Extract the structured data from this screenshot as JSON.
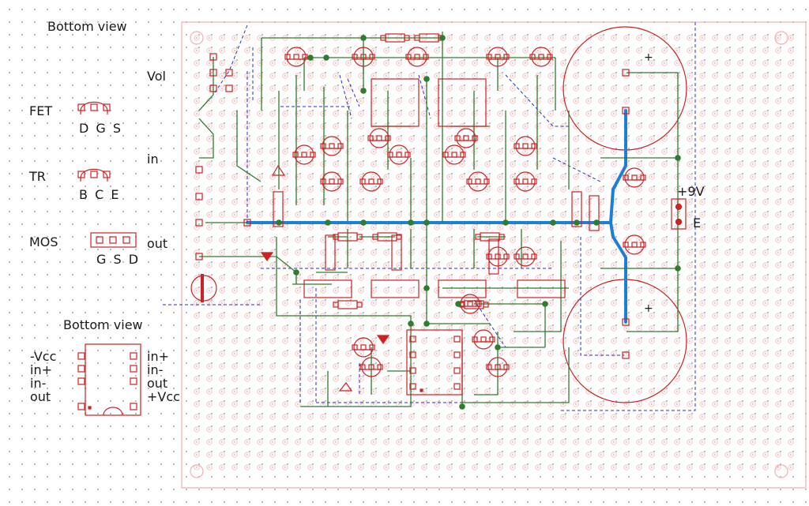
{
  "colors": {
    "board_outline": "#f0b0b0",
    "pad": "#cc2222",
    "trace": "#2e7d2e",
    "jumper": "#2a2ad0",
    "bus": "#1e7fd6",
    "silk": "#cc2222",
    "label": "#1a1a1a"
  },
  "labels": {
    "bottom_view_top": "Bottom view",
    "bottom_view_ic": "Bottom view",
    "vol": "Vol",
    "in": "in",
    "out": "out",
    "plus9v": "+9V",
    "e": "E",
    "plus": "+"
  },
  "legend": {
    "fet": {
      "name": "FET",
      "pins": "D G S"
    },
    "tr": {
      "name": "TR",
      "pins": "B C E"
    },
    "mos": {
      "name": "MOS",
      "pins": "G S D"
    }
  },
  "ic_pins": {
    "left": [
      "-Vcc",
      "in+",
      "in-",
      "out"
    ],
    "right": [
      "in+",
      "in-",
      "out",
      "+Vcc"
    ]
  }
}
